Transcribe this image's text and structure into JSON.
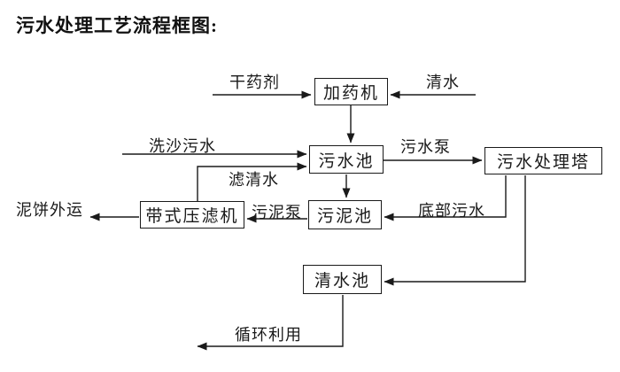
{
  "title": "污水处理工艺流程框图:",
  "colors": {
    "background": "#ffffff",
    "line": "#1a1a1a",
    "node_border": "#1a1a1a",
    "node_fill": "#ffffff",
    "text": "#111111"
  },
  "nodes": {
    "dosing_machine": {
      "label": "加药机"
    },
    "sewage_pool": {
      "label": "污水池"
    },
    "treatment_tower": {
      "label": "污水处理塔"
    },
    "sludge_pool": {
      "label": "污泥池"
    },
    "belt_filter_press": {
      "label": "带式压滤机"
    },
    "clean_water_pool": {
      "label": "清水池"
    }
  },
  "flow_labels": {
    "dry_chemical": "干药剂",
    "clean_water": "清水",
    "sand_washing_sewage": "洗沙污水",
    "sewage_pump": "污水泵",
    "filtered_water": "滤清水",
    "sludge_pump": "污泥泵",
    "bottom_sewage": "底部污水",
    "mud_cake_out": "泥饼外运",
    "recycle_use": "循环利用"
  },
  "connections": [
    {
      "from_label": "干药剂",
      "to": "加药机"
    },
    {
      "from_label": "清水",
      "to": "加药机"
    },
    {
      "from": "加药机",
      "to": "污水池"
    },
    {
      "from_label": "洗沙污水",
      "to": "污水池"
    },
    {
      "from": "带式压滤机",
      "to": "污水池",
      "label": "滤清水"
    },
    {
      "from": "污水池",
      "to": "污水处理塔",
      "label": "污水泵"
    },
    {
      "from": "污水池",
      "to": "污泥池"
    },
    {
      "from": "污水处理塔",
      "to": "污泥池",
      "label": "底部污水"
    },
    {
      "from": "污水处理塔",
      "to": "清水池"
    },
    {
      "from": "污泥池",
      "to": "带式压滤机",
      "label": "污泥泵"
    },
    {
      "from": "带式压滤机",
      "to_label": "泥饼外运"
    },
    {
      "from": "清水池",
      "to_label": "循环利用"
    }
  ]
}
